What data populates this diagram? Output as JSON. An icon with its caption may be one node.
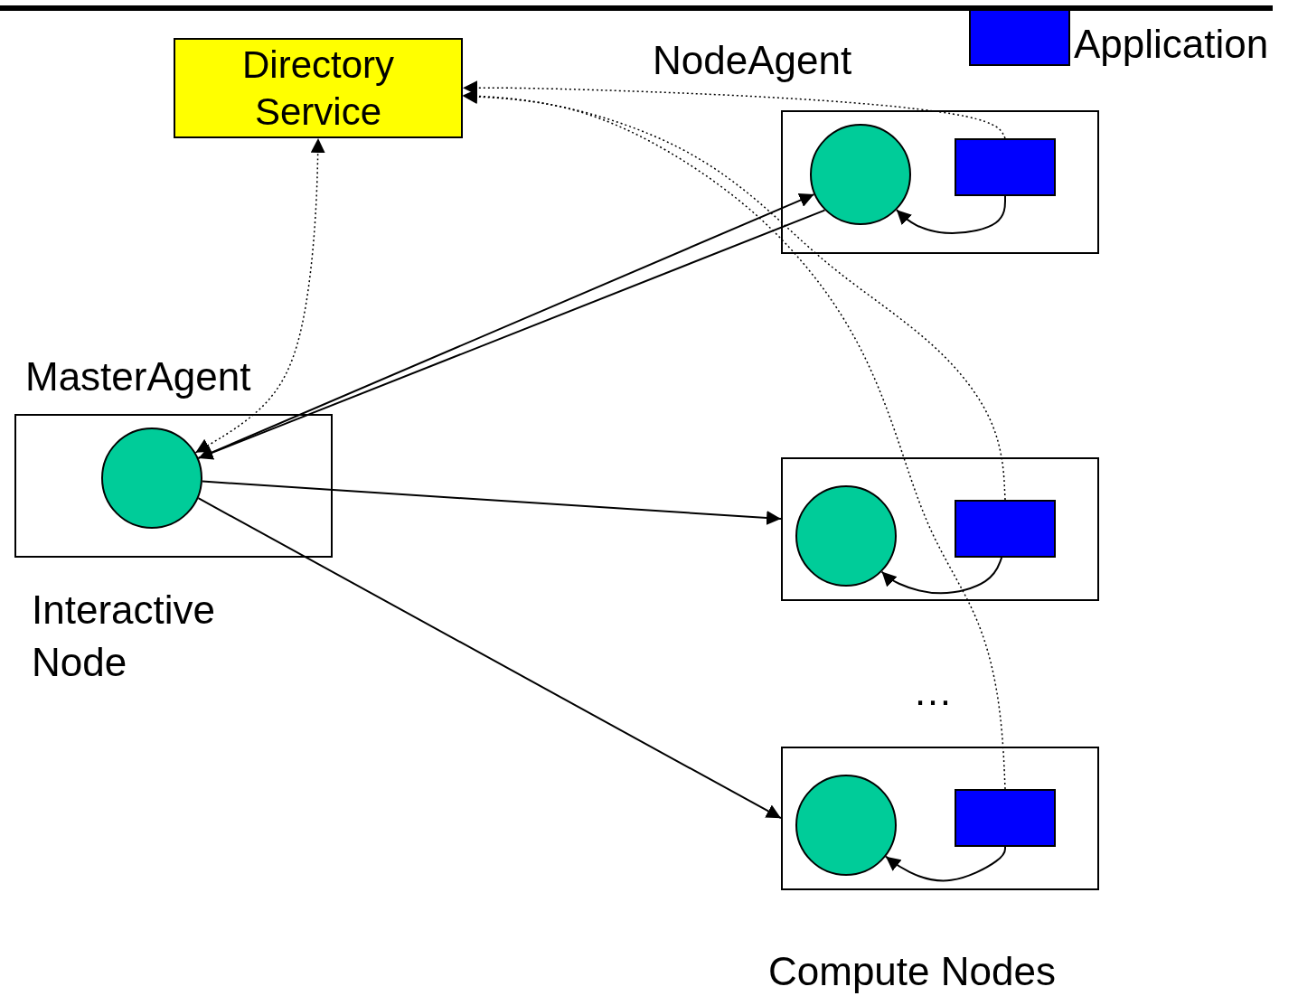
{
  "diagram": {
    "nodes": [
      {
        "text": [
          "Directory Service"
        ]
      },
      {
        "text": [],
        "shape": "box"
      },
      {
        "text": [],
        "shape": "circle",
        "in": 1
      },
      {
        "text": [],
        "shape": "box"
      },
      {
        "text": [],
        "shape": "circle",
        "in": 3
      },
      {
        "text": [],
        "shape": "box",
        "in": 3
      },
      {
        "text": [],
        "shape": "box"
      },
      {
        "text": [],
        "shape": "circle",
        "in": 6
      },
      {
        "text": [],
        "shape": "box",
        "in": 6
      },
      {
        "text": [],
        "shape": "box"
      },
      {
        "text": [],
        "shape": "circle",
        "in": 9
      },
      {
        "text": [],
        "shape": "box",
        "in": 9
      }
    ],
    "edges": [
      {
        "from": 2,
        "to": 0,
        "arrow": "both",
        "style": "dashed"
      },
      {
        "from": 2,
        "to": 4,
        "arrow": "to"
      },
      {
        "from": 4,
        "to": 2,
        "arrow": "to"
      },
      {
        "from": 2,
        "to": 6,
        "arrow": "to"
      },
      {
        "from": 2,
        "to": 9,
        "arrow": "to"
      },
      {
        "from": 5,
        "to": 4,
        "arrow": "to"
      },
      {
        "from": 8,
        "to": 7,
        "arrow": "to"
      },
      {
        "from": 11,
        "to": 10,
        "arrow": "to"
      },
      {
        "from": 5,
        "to": 0,
        "arrow": "to",
        "style": "dashed"
      },
      {
        "from": 8,
        "to": 0,
        "arrow": "to",
        "style": "dashed"
      },
      {
        "from": 11,
        "to": 0,
        "arrow": "to",
        "style": "dashed"
      }
    ],
    "labels": [
      "NodeAgent",
      "MasterAgent",
      "Interactive Node",
      "…",
      "Compute Nodes"
    ],
    "legend": [
      {
        "text": "Application",
        "color": "#0000ff"
      }
    ]
  }
}
